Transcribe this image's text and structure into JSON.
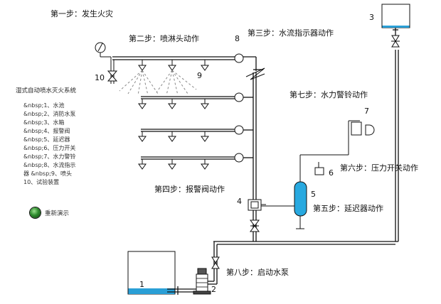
{
  "steps": {
    "step1": "第一步：发生火灾",
    "step2": "第二步：喷淋头动作",
    "step3": "第三步：水流指示器动作",
    "step4": "第四步：报警阀动作",
    "step5": "第五步：延迟器动作",
    "step6": "第六步：压力开关动作",
    "step7": "第七步：水力警铃动作",
    "step8": "第八步：启动水泵"
  },
  "numbers": {
    "n1": "1",
    "n2": "2",
    "n3": "3",
    "n4": "4",
    "n5": "5",
    "n6": "6",
    "n7": "7",
    "n8": "8",
    "n9": "9",
    "n10": "10"
  },
  "legend": {
    "title": "湿式自动喷水灭火系统",
    "items": [
      "&nbsp;1、水池",
      "&nbsp;2、消防水泵",
      "&nbsp;3、水箱",
      "&nbsp;4、报警阀",
      "&nbsp;5、延迟器",
      "&nbsp;6、压力开关",
      "&nbsp;7、水力警铃",
      "&nbsp;8、水流指示",
      "器 &nbsp;9、喷头",
      "10、试验装置"
    ]
  },
  "replay_label": "重新演示",
  "colors": {
    "pipe": "#111111",
    "water": "#2a9fd6",
    "delay_fill": "#28a9e0",
    "replay_ball": "#2e8b2e"
  }
}
